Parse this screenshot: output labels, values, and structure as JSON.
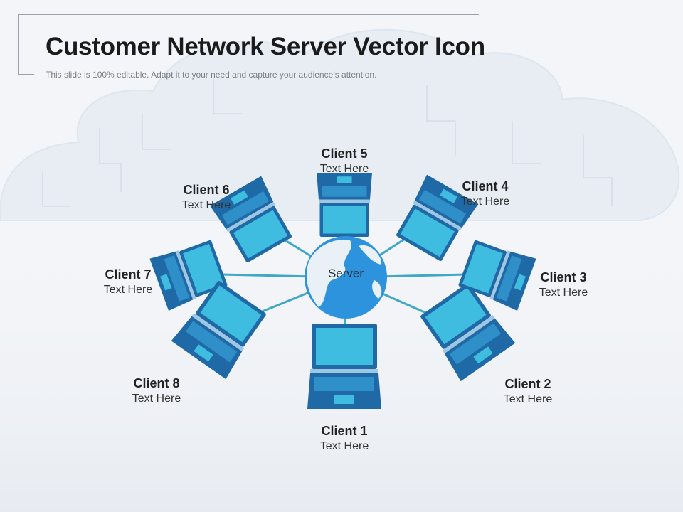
{
  "header": {
    "title": "Customer Network Server Vector Icon",
    "subtitle": "This slide is 100% editable. Adapt it to your need and capture your audience’s attention."
  },
  "network": {
    "server_label": "Server",
    "clients": [
      {
        "name": "Client 1",
        "text": "Text Here"
      },
      {
        "name": "Client 2",
        "text": "Text Here"
      },
      {
        "name": "Client 3",
        "text": "Text Here"
      },
      {
        "name": "Client 4",
        "text": "Text Here"
      },
      {
        "name": "Client 5",
        "text": "Text Here"
      },
      {
        "name": "Client 6",
        "text": "Text Here"
      },
      {
        "name": "Client 7",
        "text": "Text Here"
      },
      {
        "name": "Client 8",
        "text": "Text Here"
      }
    ]
  },
  "colors": {
    "laptop_dark": "#1f6aa6",
    "laptop_screen": "#3fbde0",
    "laptop_keys": "#2f8fc8",
    "link_line": "#3fa8c8",
    "globe_ocean": "#2e93dd",
    "globe_land": "#e9f1f7"
  }
}
